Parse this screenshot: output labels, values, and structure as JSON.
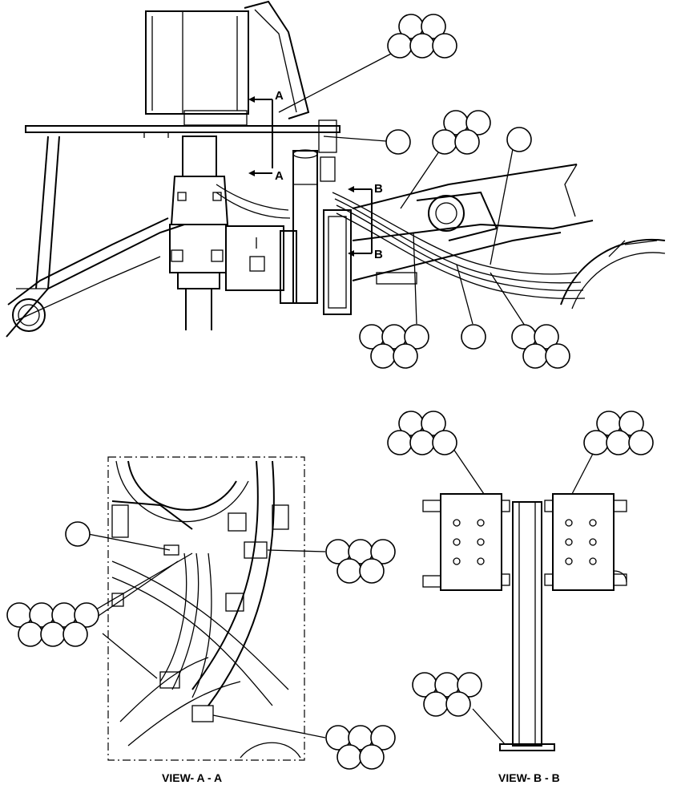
{
  "section_markers": {
    "a_upper": "A",
    "a_lower": "A",
    "b_upper": "B",
    "b_lower": "B"
  },
  "captions": {
    "view_a": "VIEW- A - A",
    "view_b": "VIEW- B - B"
  },
  "style": {
    "line_color": "#000000",
    "background": "#ffffff"
  }
}
